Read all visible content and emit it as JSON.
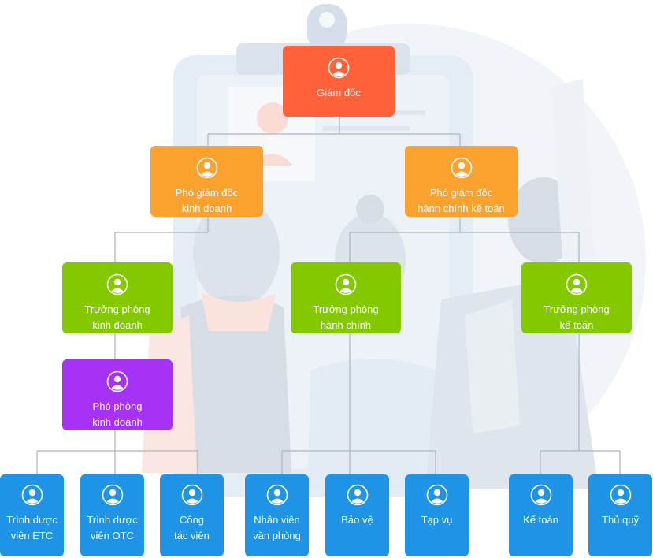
{
  "colors": {
    "director": "#ff6138",
    "deputy": "#fba12e",
    "head": "#84c900",
    "vice_head": "#a532f5",
    "staff": "#1f93e5",
    "connector": "#aeb4bc"
  },
  "icon": "user-icon",
  "director": {
    "label": "Giám đốc"
  },
  "deputies": [
    {
      "label": "Phó giám đốc\nkinh doanh"
    },
    {
      "label": "Phó giám đốc\nhành chính kế toán"
    }
  ],
  "heads": [
    {
      "label": "Trưởng phòng\nkinh doanh"
    },
    {
      "label": "Trưởng phòng\nhành chính"
    },
    {
      "label": "Trưởng phòng\nkế toán"
    }
  ],
  "vice_head": {
    "label": "Phó phòng\nkinh doanh"
  },
  "staff": [
    {
      "label": "Trình dược\nviên ETC"
    },
    {
      "label": "Trình dược\nviên OTC"
    },
    {
      "label": "Công\ntác viên"
    },
    {
      "label": "Nhân viên\nvăn phòng"
    },
    {
      "label": "Bảo vệ"
    },
    {
      "label": "Tạp vụ"
    },
    {
      "label": "Kế toán"
    },
    {
      "label": "Thủ quỹ"
    }
  ]
}
